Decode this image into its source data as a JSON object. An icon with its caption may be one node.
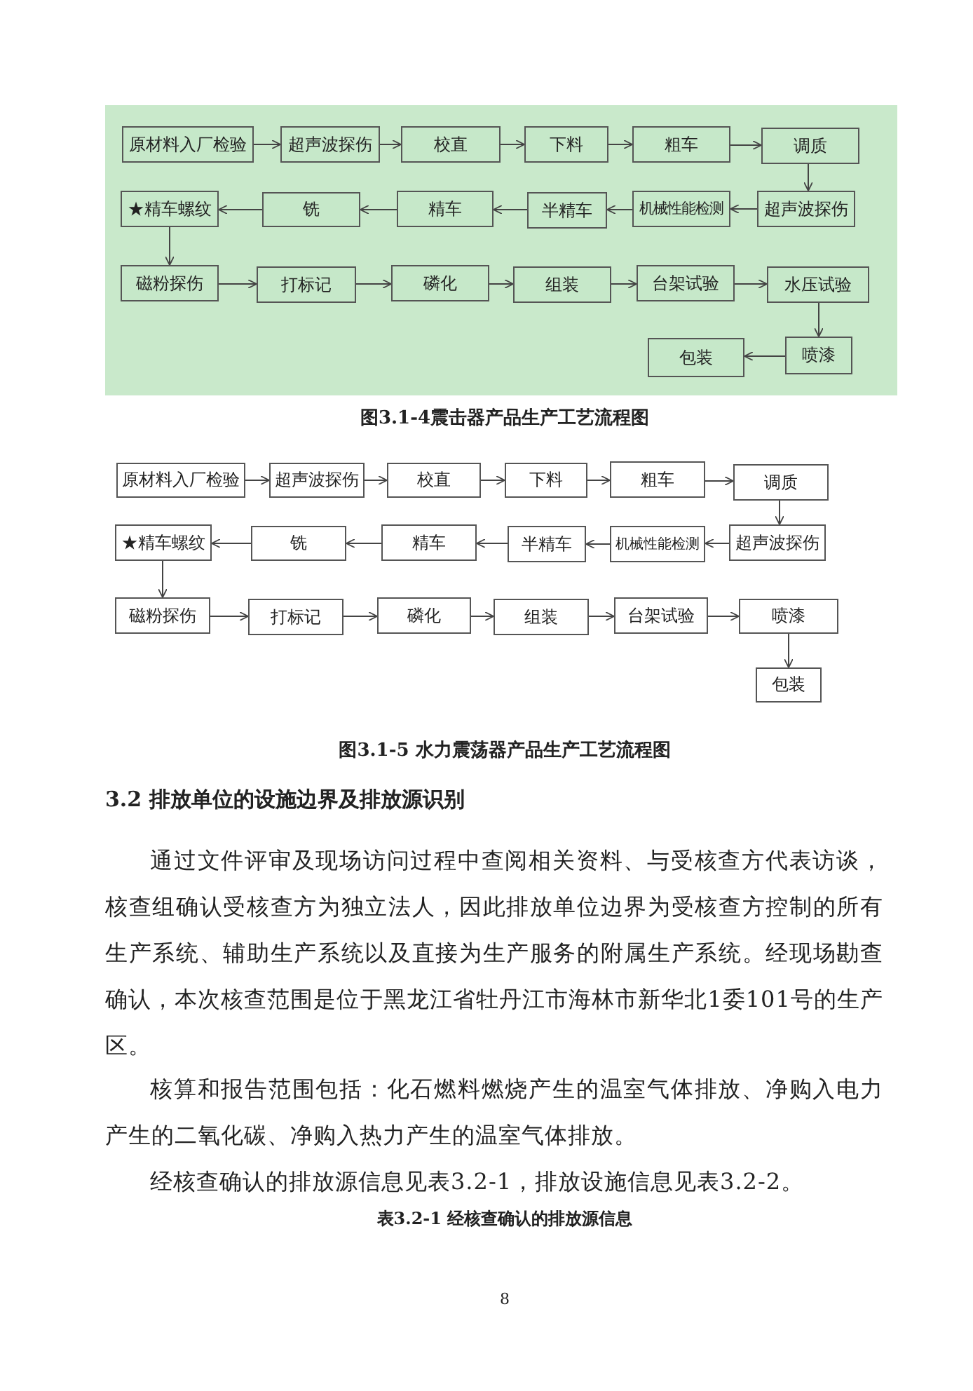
{
  "diagram": {
    "nodes": [
      {
        "text": [],
        "shape": "box"
      },
      {
        "text": [
          "原材料入厂检验"
        ],
        "in": 0
      },
      {
        "text": [
          "超声波探伤"
        ],
        "in": 0
      },
      {
        "text": [
          "校直"
        ],
        "in": 0
      },
      {
        "text": [
          "下料"
        ],
        "in": 0
      },
      {
        "text": [
          "粗车"
        ],
        "in": 0
      },
      {
        "text": [
          "调质"
        ],
        "in": 0
      },
      {
        "text": [
          "★精车螺纹"
        ],
        "in": 0
      },
      {
        "text": [
          "铣"
        ],
        "in": 0
      },
      {
        "text": [
          "精车"
        ],
        "in": 0
      },
      {
        "text": [
          "半精车"
        ],
        "in": 0
      },
      {
        "text": [
          "机械性能检测"
        ],
        "in": 0
      },
      {
        "text": [
          "超声波探伤"
        ],
        "in": 0
      },
      {
        "text": [
          "磁粉探伤"
        ],
        "in": 0
      },
      {
        "text": [
          "打标记"
        ],
        "in": 0
      },
      {
        "text": [
          "磷化"
        ],
        "in": 0
      },
      {
        "text": [
          "组装"
        ],
        "in": 0
      },
      {
        "text": [
          "台架试验"
        ],
        "in": 0
      },
      {
        "text": [
          "水压试验"
        ],
        "in": 0
      },
      {
        "text": [
          "包装"
        ],
        "in": 0
      },
      {
        "text": [
          "喷漆"
        ],
        "in": 0
      },
      {
        "text": [
          "原材料入厂检验"
        ]
      },
      {
        "text": [
          "超声波探伤"
        ]
      },
      {
        "text": [
          "校直"
        ]
      },
      {
        "text": [
          "下料"
        ]
      },
      {
        "text": [
          "粗车"
        ]
      },
      {
        "text": [
          "调质"
        ]
      },
      {
        "text": [
          "★精车螺纹"
        ]
      },
      {
        "text": [
          "铣"
        ]
      },
      {
        "text": [
          "精车"
        ]
      },
      {
        "text": [
          "半精车"
        ]
      },
      {
        "text": [
          "机械性能检测"
        ]
      },
      {
        "text": [
          "超声波探伤"
        ]
      },
      {
        "text": [
          "磁粉探伤"
        ]
      },
      {
        "text": [
          "打标记"
        ]
      },
      {
        "text": [
          "磷化"
        ]
      },
      {
        "text": [
          "组装"
        ]
      },
      {
        "text": [
          "台架试验"
        ]
      },
      {
        "text": [
          "喷漆"
        ]
      },
      {
        "text": [
          "包装"
        ]
      }
    ],
    "edges": [
      {
        "from": 1,
        "to": 2,
        "arrow": "to"
      },
      {
        "from": 2,
        "to": 3,
        "arrow": "to"
      },
      {
        "from": 3,
        "to": 4,
        "arrow": "to"
      },
      {
        "from": 4,
        "to": 5,
        "arrow": "to"
      },
      {
        "from": 5,
        "to": 6,
        "arrow": "to"
      },
      {
        "from": 6,
        "to": 12,
        "arrow": "to"
      },
      {
        "from": 12,
        "to": 11,
        "arrow": "to"
      },
      {
        "from": 11,
        "to": 10,
        "arrow": "to"
      },
      {
        "from": 10,
        "to": 9,
        "arrow": "to"
      },
      {
        "from": 9,
        "to": 8,
        "arrow": "to"
      },
      {
        "from": 8,
        "to": 7,
        "arrow": "to"
      },
      {
        "from": 7,
        "to": 13,
        "arrow": "to"
      },
      {
        "from": 13,
        "to": 14,
        "arrow": "to"
      },
      {
        "from": 14,
        "to": 15,
        "arrow": "to"
      },
      {
        "from": 15,
        "to": 16,
        "arrow": "to"
      },
      {
        "from": 16,
        "to": 17,
        "arrow": "to"
      },
      {
        "from": 17,
        "to": 18,
        "arrow": "to"
      },
      {
        "from": 18,
        "to": 20,
        "arrow": "to"
      },
      {
        "from": 20,
        "to": 19,
        "arrow": "to"
      },
      {
        "from": 21,
        "to": 22,
        "arrow": "to"
      },
      {
        "from": 22,
        "to": 23,
        "arrow": "to"
      },
      {
        "from": 23,
        "to": 24,
        "arrow": "to"
      },
      {
        "from": 24,
        "to": 25,
        "arrow": "to"
      },
      {
        "from": 25,
        "to": 26,
        "arrow": "to"
      },
      {
        "from": 26,
        "to": 32,
        "arrow": "to"
      },
      {
        "from": 32,
        "to": 31,
        "arrow": "to"
      },
      {
        "from": 31,
        "to": 30,
        "arrow": "to"
      },
      {
        "from": 30,
        "to": 29,
        "arrow": "to"
      },
      {
        "from": 29,
        "to": 28,
        "arrow": "to"
      },
      {
        "from": 28,
        "to": 27,
        "arrow": "to"
      },
      {
        "from": 27,
        "to": 33,
        "arrow": "to"
      },
      {
        "from": 33,
        "to": 34,
        "arrow": "to"
      },
      {
        "from": 34,
        "to": 35,
        "arrow": "to"
      },
      {
        "from": 35,
        "to": 36,
        "arrow": "to"
      },
      {
        "from": 36,
        "to": 37,
        "arrow": "to"
      },
      {
        "from": 37,
        "to": 38,
        "arrow": "to"
      },
      {
        "from": 38,
        "to": 39,
        "arrow": "to"
      }
    ],
    "labels": [
      "图3.1-4震击器产品生产工艺流程图",
      "图3.1-5 水力震荡器产品生产工艺流程图",
      "3.2 排放单位的设施边界及排放源识别",
      "通过文件评审及现场访问过程中查阅相关资料、与受核查方代表访谈，核查组确认受核查方为独立法人，因此排放单位边界为受核查方控制的所有生产系统、辅助生产系统以及直接为生产服务的附属生产系统。经现场勘查确认，本次核查范围是位于黑龙江省牡丹江市海林市新华北1委101号的生产区。",
      "核算和报告范围包括：化石燃料燃烧产生的温室气体排放、净购入电力产生的二氧化碳、净购入热力产生的温室气体排放。",
      "经核查确认的排放源信息见表3.2-1，排放设施信息见表3.2-2。",
      "表3.2-1 经核查确认的排放源信息",
      "8"
    ]
  }
}
